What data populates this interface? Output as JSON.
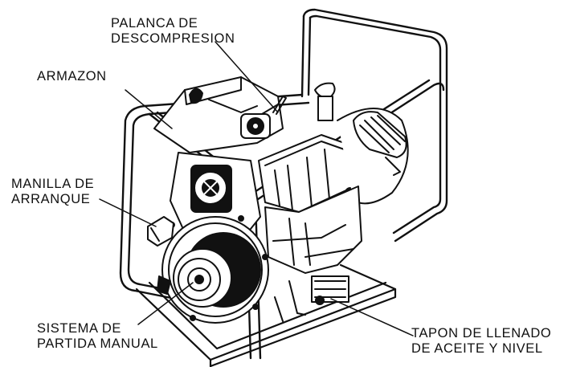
{
  "labels": {
    "decompression_lever": [
      "PALANCA DE",
      "DESCOMPRESION"
    ],
    "frame": [
      "ARMAZON"
    ],
    "start_handle": [
      "MANILLA DE",
      "ARRANQUE"
    ],
    "recoil_starter": [
      "SISTEMA DE",
      "PARTIDA MANUAL"
    ],
    "oil_filler": [
      "TAPON DE LLENADO",
      "DE ACEITE Y NIVEL"
    ]
  },
  "colors": {
    "ink": "#111111",
    "background": "#ffffff"
  }
}
